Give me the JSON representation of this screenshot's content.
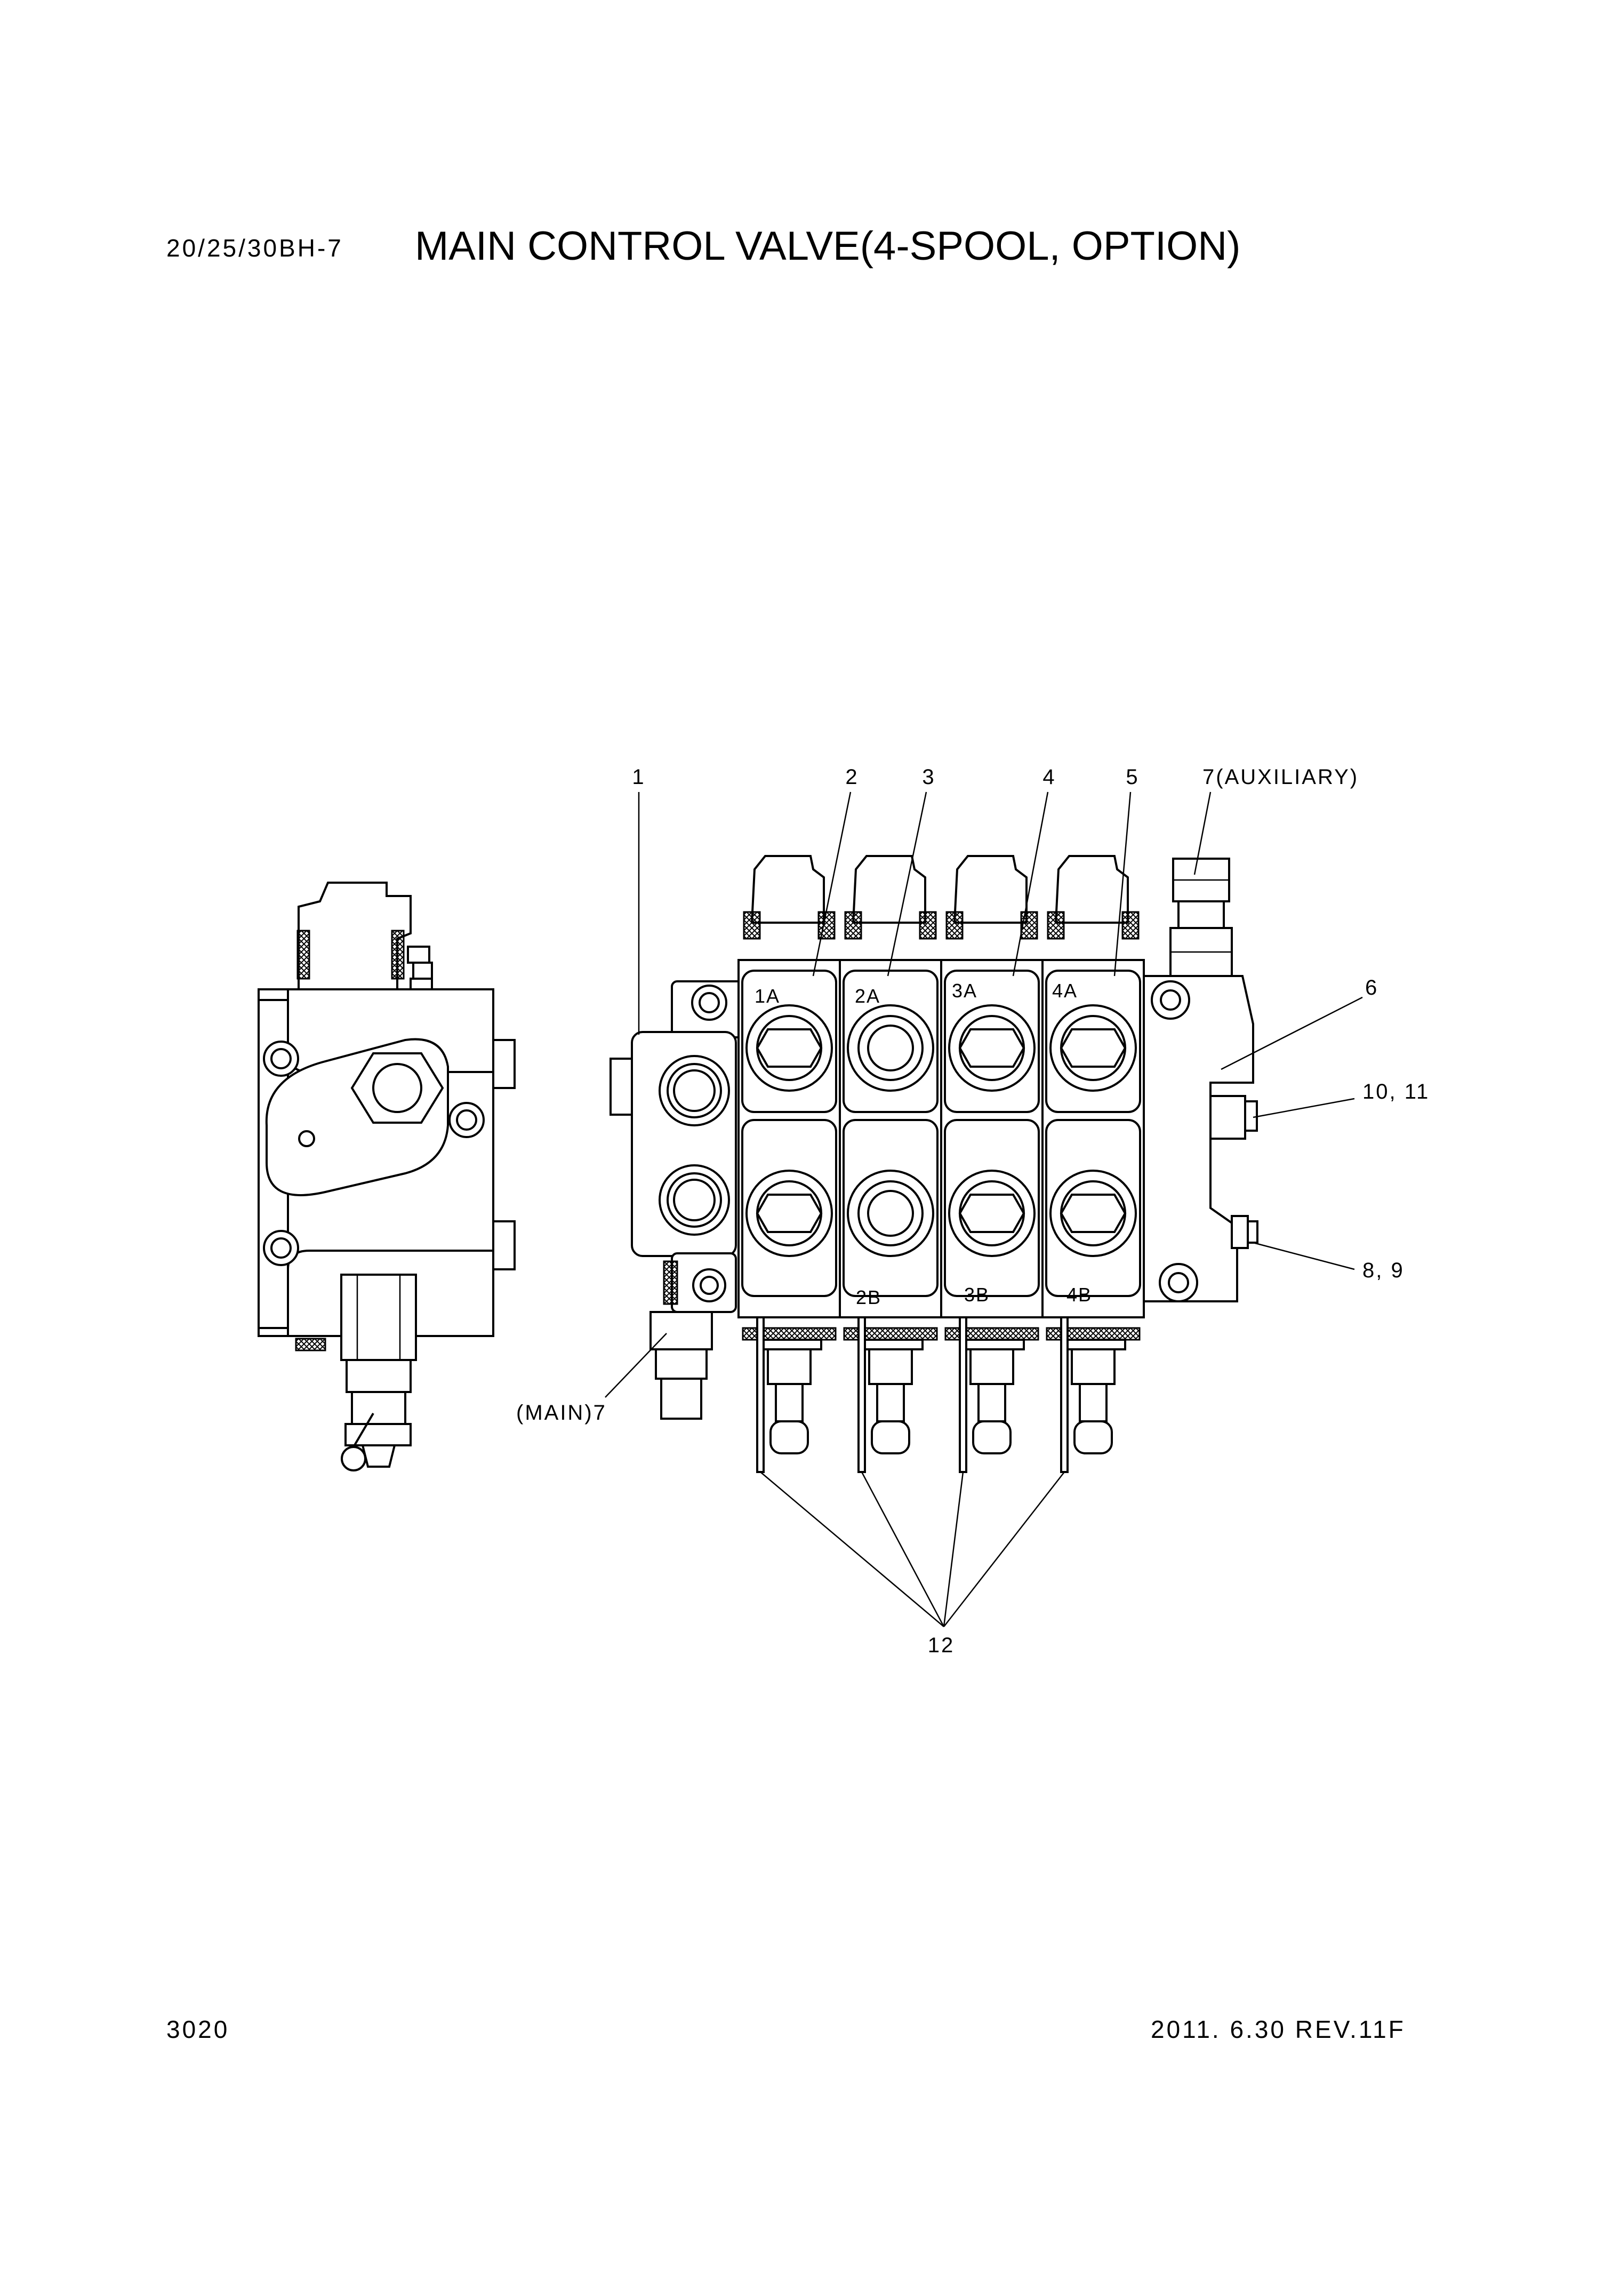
{
  "header": {
    "model": "20/25/30BH-7",
    "title": "MAIN CONTROL VALVE(4-SPOOL, OPTION)"
  },
  "footer": {
    "page": "3020",
    "revision": "2011. 6.30 REV.11F"
  },
  "callouts": {
    "c1": "1",
    "c2": "2",
    "c3": "3",
    "c4": "4",
    "c5": "5",
    "c7aux": "7(AUXILIARY)",
    "c6": "6",
    "c1011": "10, 11",
    "c89": "8, 9",
    "c7main": "(MAIN)7",
    "c12": "12"
  },
  "ports": {
    "a": [
      "1A",
      "2A",
      "3A",
      "4A"
    ],
    "b": [
      "2B",
      "3B",
      "4B"
    ]
  }
}
